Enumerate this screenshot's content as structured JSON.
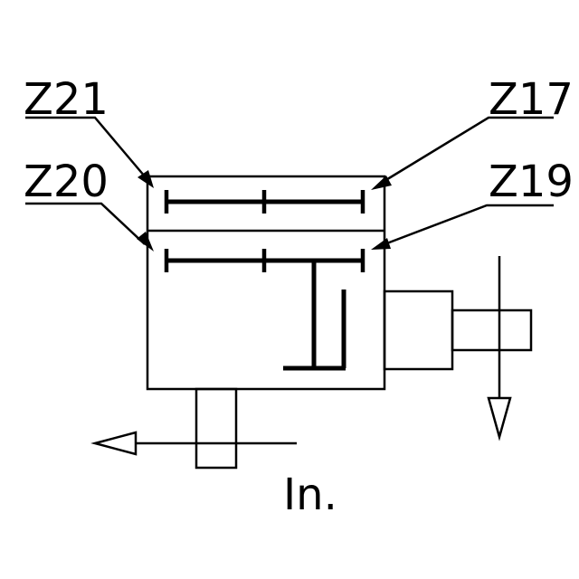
{
  "labels": {
    "z21": "Z21",
    "z20": "Z20",
    "z17": "Z17",
    "z19": "Z19",
    "input": "In."
  },
  "colors": {
    "stroke": "#000000",
    "background": "#ffffff"
  }
}
